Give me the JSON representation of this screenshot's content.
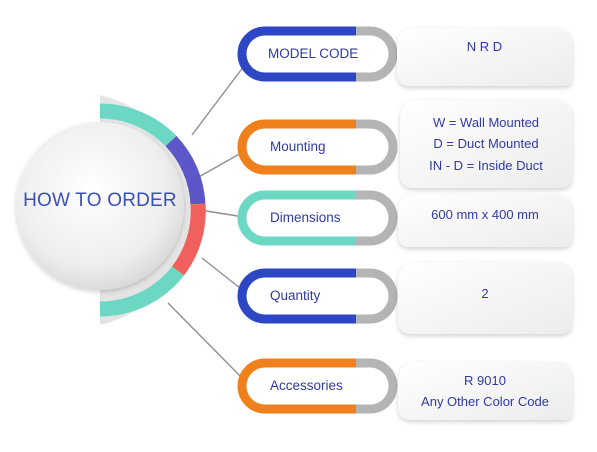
{
  "hub": {
    "title": "HOW TO ORDER"
  },
  "colors": {
    "blue": "#2d46c4",
    "orange": "#f0801c",
    "teal": "#6cd8c4",
    "purple": "#5b57c9",
    "red": "#f0605c",
    "text": "#2f3aa8"
  },
  "items": [
    {
      "label": "MODEL CODE",
      "accent": "blue",
      "values": [
        "N R D"
      ]
    },
    {
      "label": "Mounting",
      "accent": "orange",
      "values": [
        "W = Wall  Mounted",
        "D = Duct  Mounted",
        "IN - D = Inside Duct"
      ]
    },
    {
      "label": "Dimensions",
      "accent": "teal",
      "values": [
        "600 mm x 400 mm"
      ]
    },
    {
      "label": "Quantity",
      "accent": "blue",
      "values": [
        "2"
      ]
    },
    {
      "label": "Accessories",
      "accent": "orange",
      "values": [
        "R 9010",
        "Any Other Color Code"
      ]
    }
  ]
}
